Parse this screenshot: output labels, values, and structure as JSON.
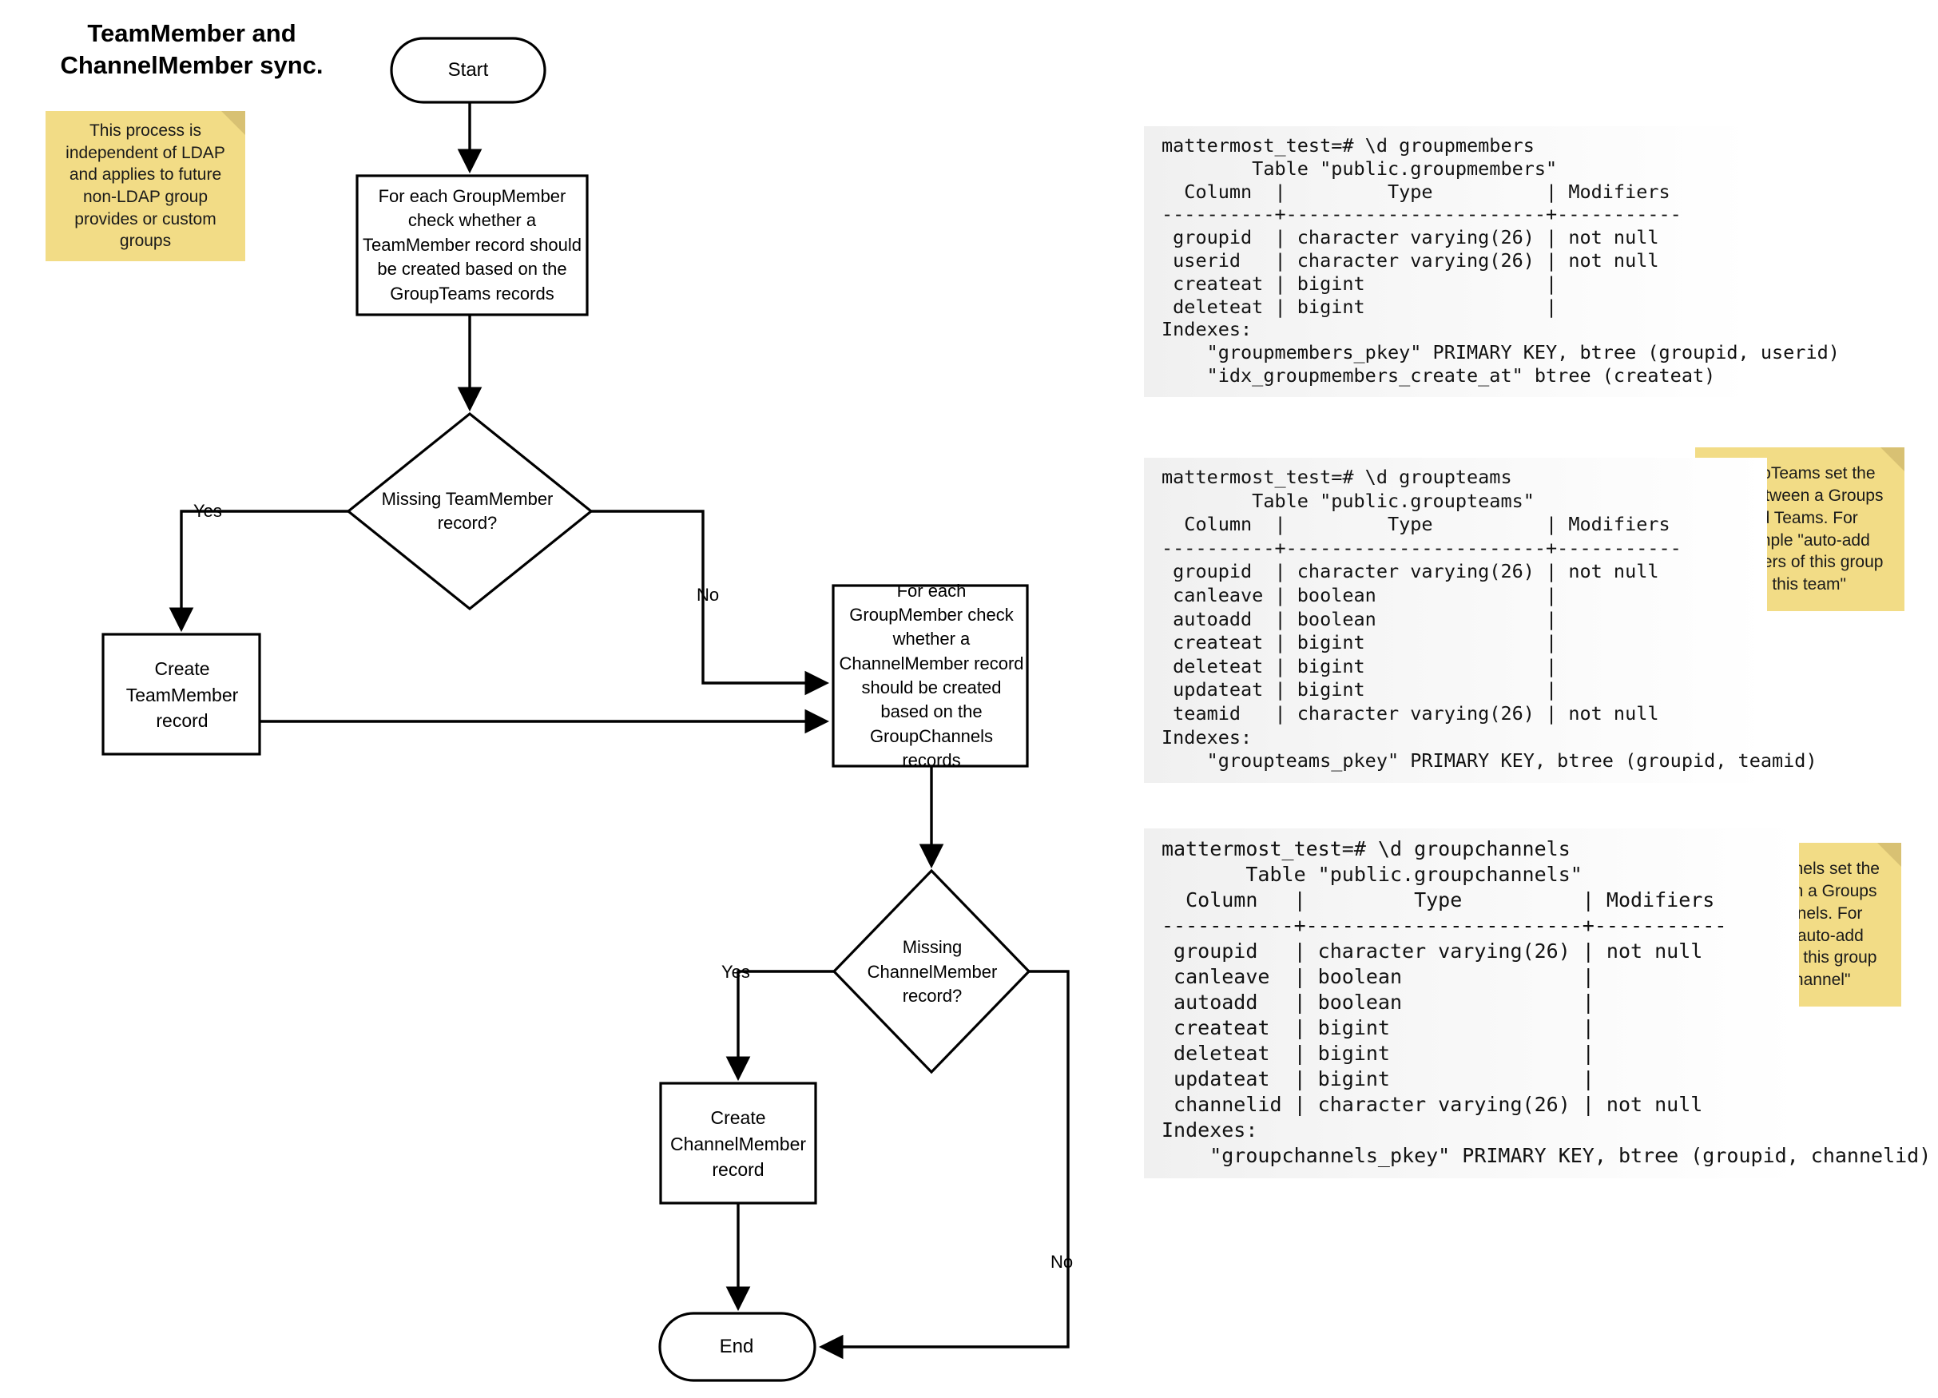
{
  "title": "TeamMember and\nChannelMember sync.",
  "flowchart": {
    "nodes": {
      "start": "Start",
      "process_teams": "For each GroupMember\ncheck whether a\nTeamMember record should\nbe created based on the\nGroupTeams records",
      "decision_team": "Missing TeamMember\nrecord?",
      "create_team": "Create\nTeamMember\nrecord",
      "process_channels": "For each\nGroupMember check\nwhether a\nChannelMember record\nshould be created\nbased on the\nGroupChannels\nrecords",
      "decision_channel": "Missing\nChannelMember\nrecord?",
      "create_channel": "Create\nChannelMember\nrecord",
      "end": "End"
    },
    "edge_labels": {
      "yes_team": "Yes",
      "no_team": "No",
      "yes_channel": "Yes",
      "no_channel": "No"
    }
  },
  "sticky_notes": {
    "ldap": "This process is\nindependent of LDAP\nand applies to future\nnon-LDAP group\nprovides or custom\ngroups",
    "groupteams": "GroupTeams set the\nlink between a Groups\nand Teams. For\nexample \"auto-add\nmembers of this group\nto this team\"",
    "groupchannels": "GroupChannels set the\nlink between a Groups\nand Channels. For\nexample \"auto-add\nmembers of this group\nto this channel\""
  },
  "terminals": {
    "groupmembers": "mattermost_test=# \\d groupmembers\n        Table \"public.groupmembers\"\n  Column  |         Type          | Modifiers\n----------+-----------------------+-----------\n groupid  | character varying(26) | not null\n userid   | character varying(26) | not null\n createat | bigint                |\n deleteat | bigint                |\nIndexes:\n    \"groupmembers_pkey\" PRIMARY KEY, btree (groupid, userid)\n    \"idx_groupmembers_create_at\" btree (createat)",
    "groupteams": "mattermost_test=# \\d groupteams\n        Table \"public.groupteams\"\n  Column  |         Type          | Modifiers\n----------+-----------------------+-----------\n groupid  | character varying(26) | not null\n canleave | boolean               |\n autoadd  | boolean               |\n createat | bigint                |\n deleteat | bigint                |\n updateat | bigint                |\n teamid   | character varying(26) | not null\nIndexes:\n    \"groupteams_pkey\" PRIMARY KEY, btree (groupid, teamid)",
    "groupchannels": "mattermost_test=# \\d groupchannels\n       Table \"public.groupchannels\"\n  Column   |         Type          | Modifiers\n-----------+-----------------------+-----------\n groupid   | character varying(26) | not null\n canleave  | boolean               |\n autoadd   | boolean               |\n createat  | bigint                |\n deleteat  | bigint                |\n updateat  | bigint                |\n channelid | character varying(26) | not null\nIndexes:\n    \"groupchannels_pkey\" PRIMARY KEY, btree (groupid, channelid)"
  },
  "colors": {
    "sticky_fill": "#f2dc86",
    "sticky_fold": "#d8c173",
    "stroke": "#000000",
    "terminal_bg": "#f2f2f2"
  }
}
